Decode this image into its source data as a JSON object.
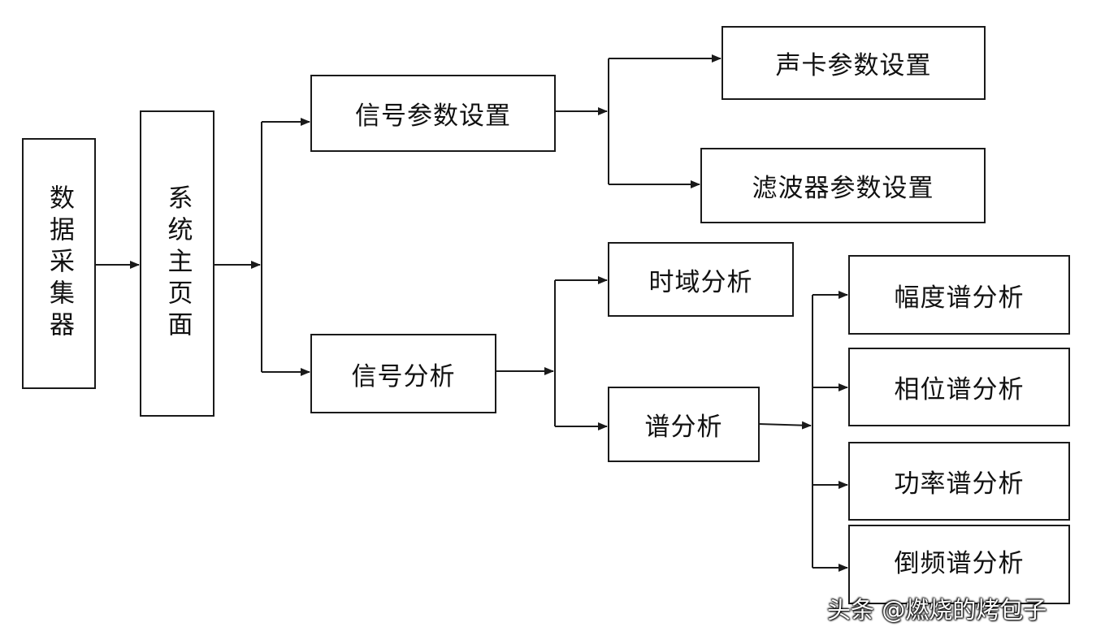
{
  "diagram": {
    "nodes": {
      "collector": "数据采集器",
      "main_page": "系统主页面",
      "signal_params": "信号参数设置",
      "signal_analysis": "信号分析",
      "soundcard_params": "声卡参数设置",
      "filter_params": "滤波器参数设置",
      "time_domain": "时域分析",
      "spectrum": "谱分析",
      "amplitude_spectrum": "幅度谱分析",
      "phase_spectrum": "相位谱分析",
      "power_spectrum": "功率谱分析",
      "cepstrum": "倒频谱分析"
    },
    "edges": [
      [
        "collector",
        "main_page"
      ],
      [
        "main_page",
        "signal_params"
      ],
      [
        "main_page",
        "signal_analysis"
      ],
      [
        "signal_params",
        "soundcard_params"
      ],
      [
        "signal_params",
        "filter_params"
      ],
      [
        "signal_analysis",
        "time_domain"
      ],
      [
        "signal_analysis",
        "spectrum"
      ],
      [
        "spectrum",
        "amplitude_spectrum"
      ],
      [
        "spectrum",
        "phase_spectrum"
      ],
      [
        "spectrum",
        "power_spectrum"
      ],
      [
        "spectrum",
        "cepstrum"
      ]
    ],
    "line_color": "#1a1a1a"
  },
  "watermark": "头条 @燃烧的烤包子"
}
